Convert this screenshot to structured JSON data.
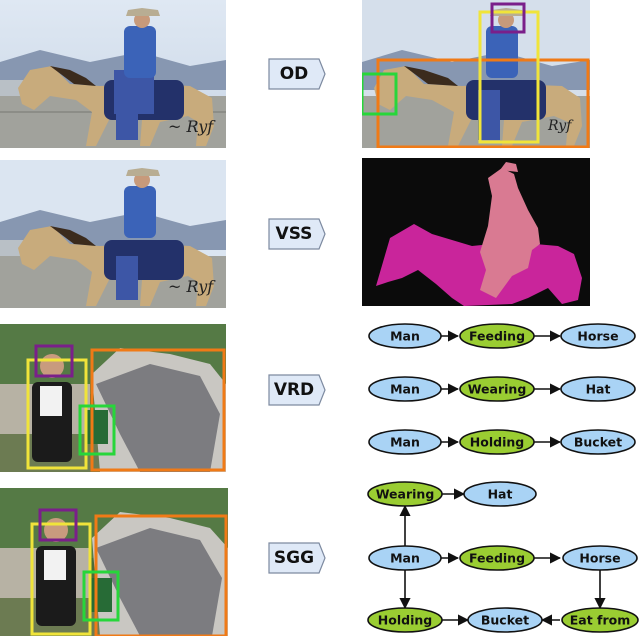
{
  "tasks": {
    "od": "OD",
    "vss": "VSS",
    "vrd": "VRD",
    "sgg": "SGG"
  },
  "colors": {
    "box_yellow": "#f0e43a",
    "box_purple": "#7a1f8a",
    "box_green": "#27d63a",
    "box_orange": "#f07a16",
    "node_blue": "#a9d3f5",
    "node_green": "#9acd32",
    "seg_rider": "#d97a92",
    "seg_horse": "#c9259b"
  },
  "vrd": {
    "rows": [
      [
        "Man",
        "Feeding",
        "Horse"
      ],
      [
        "Man",
        "Wearing",
        "Hat"
      ],
      [
        "Man",
        "Holding",
        "Bucket"
      ]
    ]
  },
  "sgg": {
    "wearing": "Wearing",
    "hat": "Hat",
    "man": "Man",
    "feeding": "Feeding",
    "horse": "Horse",
    "holding": "Holding",
    "bucket": "Bucket",
    "eat_from": "Eat from"
  }
}
